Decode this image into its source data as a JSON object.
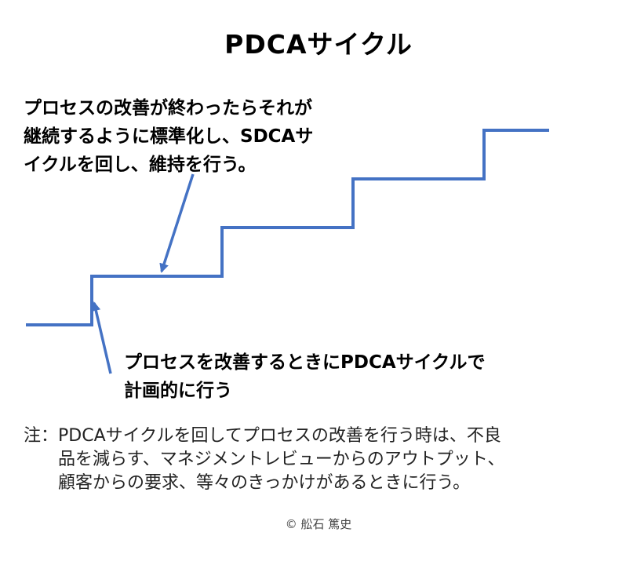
{
  "title": "PDCAサイクル",
  "callout_top": {
    "lines": [
      "プロセスの改善が終わったらそれが",
      "継続するように標準化し、SDCAサ",
      "イクルを回し、維持を行う。"
    ]
  },
  "callout_bottom": {
    "lines": [
      "プロセスを改善するときにPDCAサイクルで",
      "計画的に行う"
    ]
  },
  "note": {
    "lines": [
      "注：PDCAサイクルを回してプロセスの改善を行う時は、不良",
      "品を減らす、マネジメントレビューからのアウトプット、",
      "顧客からの要求、等々のきっかけがあるときに行う。"
    ]
  },
  "copyright": "© 舩石 篤史",
  "colors": {
    "staircase": "#4472C4",
    "text": "#000000"
  },
  "icons": [
    "arrow-icon"
  ]
}
